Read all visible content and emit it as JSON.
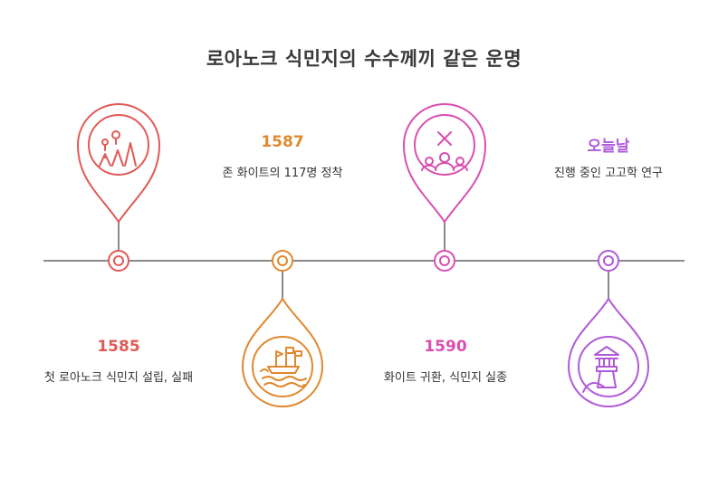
{
  "title": "로아노크 식민지의 수수께끼 같은 운명",
  "colors": {
    "axis": "#8a8a8a",
    "red": "#e05a55",
    "orange": "#e0882e",
    "pink": "#d94fb0",
    "purple": "#b05ad8"
  },
  "events": [
    {
      "year": "1585",
      "description": "첫 로아노크 식민지 설립, 실패",
      "icon": "forest-settlement-icon",
      "color": "#e05a55"
    },
    {
      "year": "1587",
      "description": "존 화이트의 117명 정착",
      "icon": "ships-on-waves-icon",
      "color": "#e0882e"
    },
    {
      "year": "1590",
      "description": "화이트 귀환, 식민지 실종",
      "icon": "missing-people-icon",
      "color": "#d94fb0"
    },
    {
      "year": "오늘날",
      "description": "진행 중인 고고학 연구",
      "icon": "lighthouse-icon",
      "color": "#b05ad8"
    }
  ]
}
